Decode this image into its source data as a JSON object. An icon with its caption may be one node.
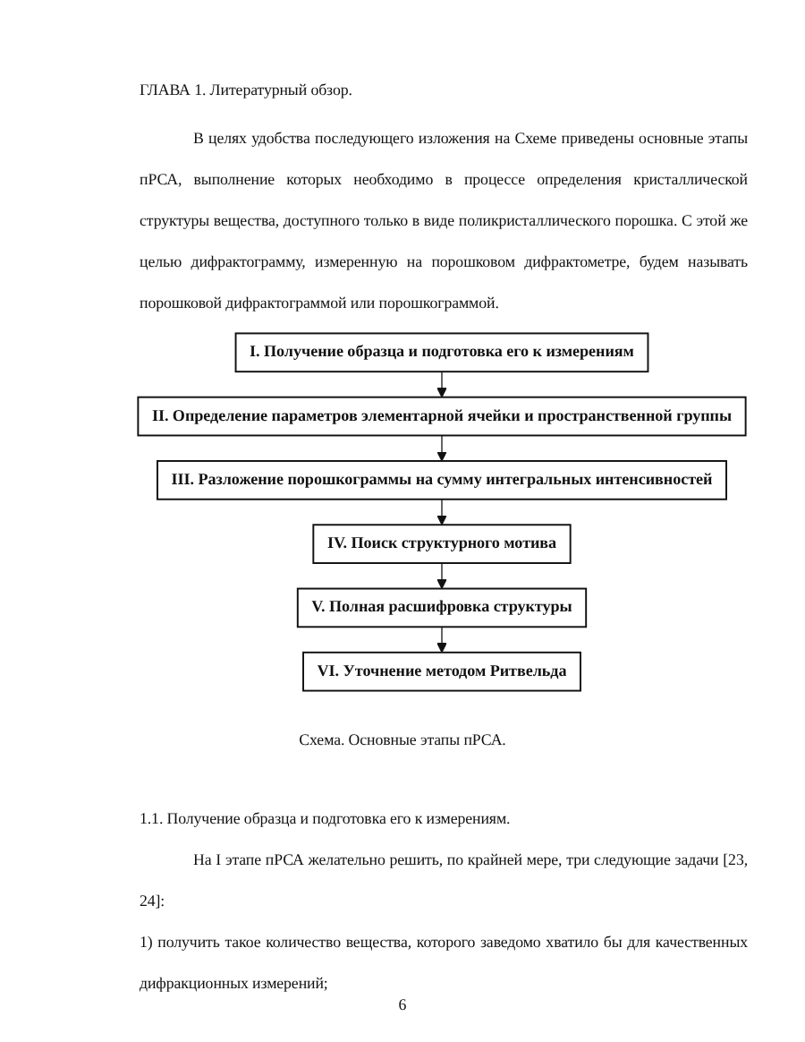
{
  "diagram": {
    "title": "ГЛАВА 1. Литературный обзор.",
    "nodes": [
      {
        "text": [
          "I. Получение образца и подготовка его к измерениям"
        ]
      },
      {
        "text": [
          "II. Определение параметров элементарной ячейки и пространственной группы"
        ]
      },
      {
        "text": [
          "III. Разложение порошкограммы на сумму интегральных интенсивностей"
        ]
      },
      {
        "text": [
          "IV. Поиск структурного мотива"
        ]
      },
      {
        "text": [
          "V. Полная расшифровка структуры"
        ]
      },
      {
        "text": [
          "VI. Уточнение методом Ритвельда"
        ]
      }
    ],
    "edges": [
      {
        "from": 0,
        "to": 1,
        "arrow": "to"
      },
      {
        "from": 1,
        "to": 2,
        "arrow": "to"
      },
      {
        "from": 2,
        "to": 3,
        "arrow": "to"
      },
      {
        "from": 3,
        "to": 4,
        "arrow": "to"
      },
      {
        "from": 4,
        "to": 5,
        "arrow": "to"
      }
    ],
    "caption": "Схема. Основные этапы пРСА.",
    "labels": [
      "В целях удобства последующего изложения на Схеме приведены основные этапы пРСА, выполнение которых необходимо в процессе определения кристаллической структуры вещества, доступного только в виде поликристаллического порошка. С этой же целью дифрактограмму, измеренную на порошковом дифрактометре, будем называть порошковой дифрактограммой или порошкограммой.",
      "1.1. Получение образца и подготовка его к измерениям.",
      "На I этапе пРСА желательно решить, по крайней мере, три следующие задачи [23, 24]:",
      "1) получить такое количество вещества, которого заведомо хватило бы для качественных дифракционных измерений;",
      "6"
    ]
  }
}
